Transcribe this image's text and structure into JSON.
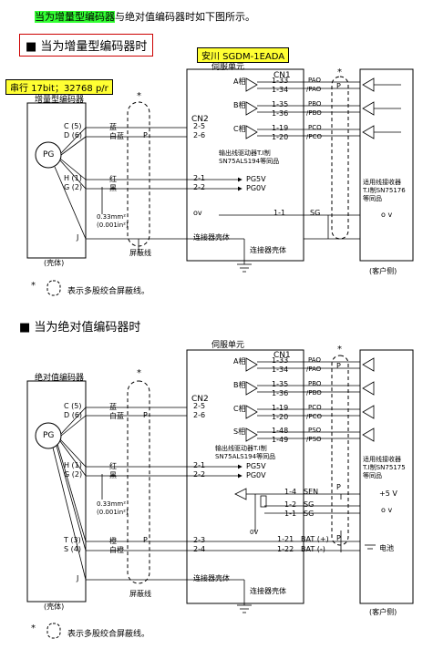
{
  "intro": {
    "highlight": "当为增量型编码器",
    "rest": "与绝对值编码器时如下图所示。"
  },
  "colors": {
    "highlight": "#33ff33",
    "badge": "#ffff33",
    "frame": "#cc0000"
  },
  "top": {
    "title": "■ 当为增量型编码器时",
    "brand": "安川  SGDM-1EADA",
    "serial": "串行 17bit；32768  p/r",
    "servo": "伺服单元",
    "encoder": "增量型编码器",
    "pg": "PG",
    "cn1": "CN1",
    "cn2": "CN2",
    "shell_enc": "(壳体)",
    "shield_wire": "屏蔽线",
    "conn_shell1": "连接器壳体",
    "conn_shell2": "连接器壳体",
    "client": "(客户侧)",
    "driver_note": [
      "输出线驱动器T.I制",
      "SN75ALS194等同品"
    ],
    "receiver_note": [
      "适用线接收器",
      "T.I制SN75176",
      "等同品"
    ],
    "wire_spec": [
      "0.33mm²",
      "(0.001in²)"
    ],
    "ov": "ov",
    "o_v": "o v",
    "sg": "SG",
    "pin_11": "1-1",
    "star": "*",
    "p_mark": "P",
    "left_pins": [
      {
        "pin": "C (5)",
        "color": "蓝",
        "cn": "2-5"
      },
      {
        "pin": "D (6)",
        "color": "白蓝",
        "cn": "2-6"
      },
      {
        "pin": "H (1)",
        "color": "红",
        "cn": "2-1",
        "sig": "PG5V"
      },
      {
        "pin": "G (2)",
        "color": "黑",
        "cn": "2-2",
        "sig": "PG0V"
      },
      {
        "pin": "J",
        "color": "",
        "cn": "",
        "sig": ""
      }
    ],
    "phases": [
      {
        "name": "A相",
        "pins": [
          "1-33",
          "1-34"
        ],
        "sigs": [
          "PAO",
          "/PAO"
        ]
      },
      {
        "name": "B相",
        "pins": [
          "1-35",
          "1-36"
        ],
        "sigs": [
          "PBO",
          "/PBO"
        ]
      },
      {
        "name": "C相",
        "pins": [
          "1-19",
          "1-20"
        ],
        "sigs": [
          "PCO",
          "/PCO"
        ]
      }
    ],
    "legend": "表示多股绞合屏蔽线。"
  },
  "bottom": {
    "title": "■ 当为绝对值编码器时",
    "servo": "伺服单元",
    "encoder": "绝对值编码器",
    "pg": "PG",
    "cn1": "CN1",
    "cn2": "CN2",
    "shell_enc": "(壳体)",
    "shield_wire": "屏蔽线",
    "conn_shell1": "连接器壳体",
    "conn_shell2": "连接器壳体",
    "client": "(客户侧)",
    "driver_note": [
      "输出线驱动器T.I制",
      "SN75ALS194等同品"
    ],
    "receiver_note": [
      "适用线接收器",
      "T.I制SN75175",
      "等同品"
    ],
    "wire_spec": [
      "0.33mm²",
      "(0.001in²)"
    ],
    "star": "*",
    "p_mark": "P",
    "left_pins": [
      {
        "pin": "C (5)",
        "color": "蓝",
        "cn": "2-5"
      },
      {
        "pin": "D (6)",
        "color": "白蓝",
        "cn": "2-6"
      },
      {
        "pin": "H (1)",
        "color": "红",
        "cn": "2-1",
        "sig": "PG5V"
      },
      {
        "pin": "G (2)",
        "color": "黑",
        "cn": "2-2",
        "sig": "PG0V"
      },
      {
        "pin": "T (3)",
        "color": "橙",
        "cn": "2-3"
      },
      {
        "pin": "S (4)",
        "color": "白橙",
        "cn": "2-4"
      },
      {
        "pin": "J",
        "color": "",
        "cn": ""
      }
    ],
    "phases": [
      {
        "name": "A相",
        "pins": [
          "1-33",
          "1-34"
        ],
        "sigs": [
          "PAO",
          "/PAO"
        ]
      },
      {
        "name": "B相",
        "pins": [
          "1-35",
          "1-36"
        ],
        "sigs": [
          "PBO",
          "/PBO"
        ]
      },
      {
        "name": "C相",
        "pins": [
          "1-19",
          "1-20"
        ],
        "sigs": [
          "PCO",
          "/PCO"
        ]
      },
      {
        "name": "S相",
        "pins": [
          "1-48",
          "1-49"
        ],
        "sigs": [
          "PSO",
          "/PSO"
        ]
      }
    ],
    "sen": {
      "pin": "1-4",
      "sig": "SEN",
      "v": "+5 V"
    },
    "sg1": {
      "pin": "1-2",
      "sig": "SG"
    },
    "sg2": {
      "pin": "1-1",
      "sig": "SG"
    },
    "o_v": "o v",
    "ov": "0V",
    "bat_p": {
      "pin": "1-21",
      "sig": "BAT (+)"
    },
    "bat_m": {
      "pin": "1-22",
      "sig": "BAT (-)"
    },
    "battery": "电池",
    "legend": "表示多股绞合屏蔽线。"
  }
}
